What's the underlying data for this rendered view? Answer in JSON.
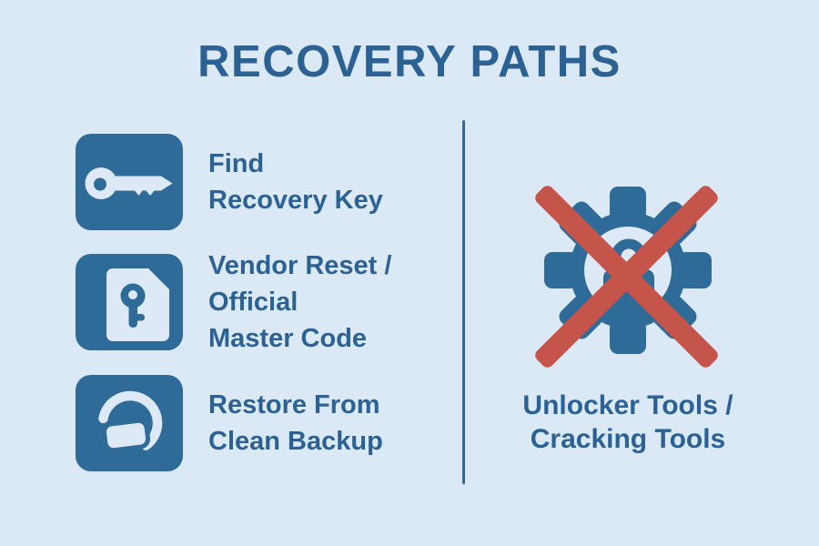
{
  "title": "RECOVERY PATHS",
  "colors": {
    "background": "#dbe8f6",
    "light_glyph": "#dde9f7",
    "primary_blue": "#2f6b99",
    "text_blue": "#2b6293",
    "cross_red": "#c5544b"
  },
  "left_paths": {
    "items": [
      {
        "icon": "key-icon",
        "lines": [
          "Find",
          "Recovery Key"
        ]
      },
      {
        "icon": "document-key-icon",
        "lines": [
          "Vendor Reset /",
          "Official",
          "Master Code"
        ]
      },
      {
        "icon": "restore-backup-icon",
        "lines": [
          "Restore From",
          "Clean Backup"
        ]
      }
    ]
  },
  "right_path": {
    "icon": "gear-lock-icon",
    "overlay_icon": "cross-x-icon",
    "lines": [
      "Unlocker Tools /",
      "Cracking Tools"
    ]
  }
}
